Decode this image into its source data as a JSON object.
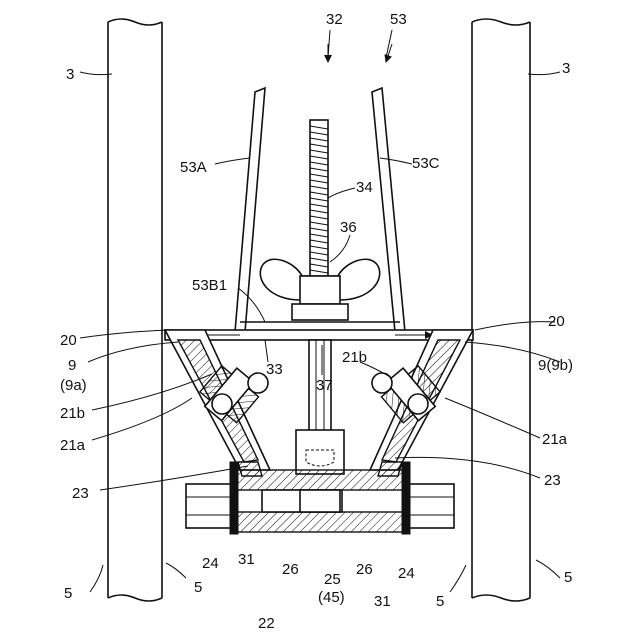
{
  "labels": {
    "l32": "32",
    "l53": "53",
    "l3_left": "3",
    "l3_right": "3",
    "l53A": "53A",
    "l53C": "53C",
    "l34": "34",
    "l36": "36",
    "l53B1": "53B1",
    "l20_left": "20",
    "l20_right": "20",
    "l9_left": "9",
    "l9a": "(9a)",
    "l33": "33",
    "l21b_mid": "21b",
    "l9_9b": "9(9b)",
    "l37": "37",
    "l21b_left": "21b",
    "l21a_left": "21a",
    "l21a_right": "21a",
    "l23_left": "23",
    "l23_right": "23",
    "l24_left": "24",
    "l31_left": "31",
    "l26_left": "26",
    "l25": "25",
    "l45": "(45)",
    "l26_right": "26",
    "l24_right": "24",
    "l5_a": "5",
    "l5_b": "5",
    "l5_c": "5",
    "l5_d": "5",
    "l31_right": "31",
    "l22": "22"
  }
}
